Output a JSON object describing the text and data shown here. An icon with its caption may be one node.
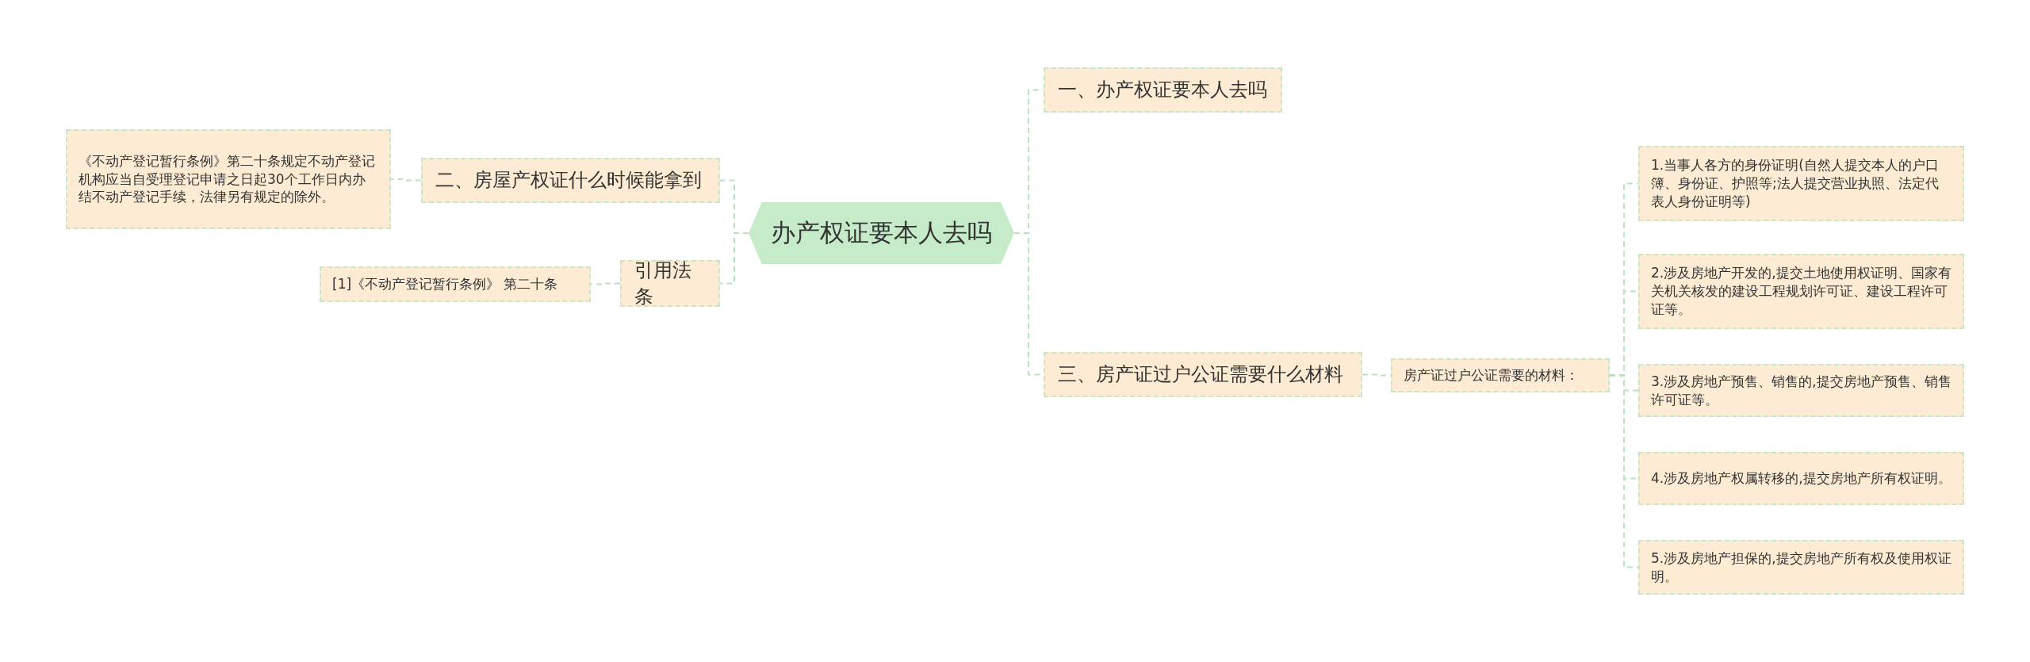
{
  "diagram": {
    "nodes": [
      {
        "text": [
          "办产权证要本人去吗"
        ]
      },
      {
        "text": [
          "一、办产权证要本人去吗"
        ]
      },
      {
        "text": [
          "三、房产证过户公证需要什么材料"
        ]
      },
      {
        "text": [
          "房产证过户公证需要的材料："
        ]
      },
      {
        "text": [
          "1.当事人各方的身份证明(自然人提交本人的户口簿、身份证、护照等;法人提交营业执照、法定代表人身份证明等)"
        ]
      },
      {
        "text": [
          "2.涉及房地产开发的,提交土地使用权证明、国家有关机关核发的建设工程规划许可证、建设工程许可证等。"
        ]
      },
      {
        "text": [
          "3.涉及房地产预售、销售的,提交房地产预售、销售许可证等。"
        ]
      },
      {
        "text": [
          "4.涉及房地产权属转移的,提交房地产所有权证明。"
        ]
      },
      {
        "text": [
          "5.涉及房地产担保的,提交房地产所有权及使用权证明。"
        ]
      },
      {
        "text": [
          "二、房屋产权证什么时候能拿到"
        ]
      },
      {
        "text": [
          "《不动产登记暂行条例》第二十条规定不动产登记机构应当自受理登记申请之日起30个工作日内办结不动产登记手续，法律另有规定的除外。"
        ]
      },
      {
        "text": [
          "引用法条"
        ]
      },
      {
        "text": [
          "[1]《不动产登记暂行条例》 第二十条"
        ]
      }
    ],
    "edges": [
      {
        "from": 0,
        "to": 1,
        "arrow": "none"
      },
      {
        "from": 0,
        "to": 2,
        "arrow": "none"
      },
      {
        "from": 2,
        "to": 3,
        "arrow": "none"
      },
      {
        "from": 3,
        "to": 4,
        "arrow": "none"
      },
      {
        "from": 3,
        "to": 5,
        "arrow": "none"
      },
      {
        "from": 3,
        "to": 6,
        "arrow": "none"
      },
      {
        "from": 3,
        "to": 7,
        "arrow": "none"
      },
      {
        "from": 3,
        "to": 8,
        "arrow": "none"
      },
      {
        "from": 0,
        "to": 9,
        "arrow": "none"
      },
      {
        "from": 9,
        "to": 10,
        "arrow": "none"
      },
      {
        "from": 0,
        "to": 11,
        "arrow": "none"
      },
      {
        "from": 11,
        "to": 12,
        "arrow": "none"
      }
    ]
  }
}
